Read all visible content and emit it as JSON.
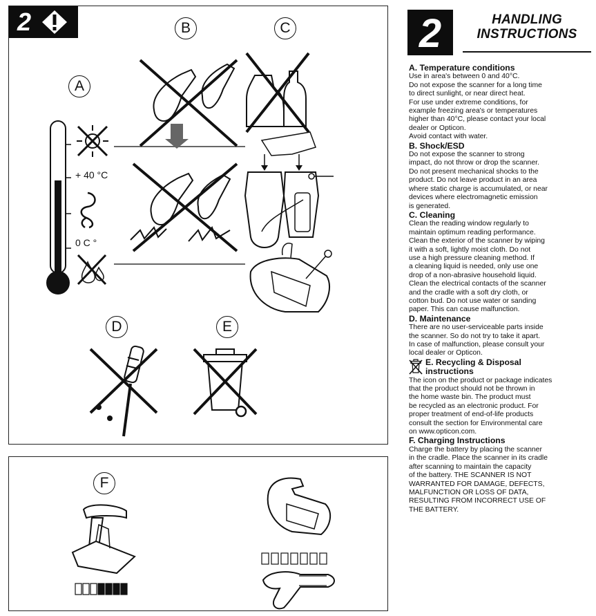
{
  "badge": {
    "number": "2"
  },
  "labels": {
    "a": "A",
    "b": "B",
    "c": "C",
    "d": "D",
    "e": "E",
    "f": "F"
  },
  "thermometer": {
    "upper": "+ 40 °C",
    "lower": "0 C °"
  },
  "header": {
    "number": "2",
    "title_line1": "HANDLING",
    "title_line2": "INSTRUCTIONS"
  },
  "sections": [
    {
      "heading": "A. Temperature conditions",
      "lines": [
        "Use in area's between 0 and 40°C.",
        "Do not expose the scanner for a long time",
        "to direct sunlight, or near direct heat.",
        "For use under extreme conditions, for",
        "example freezing area's or temperatures",
        "higher than 40°C, please contact your local",
        "dealer or Opticon.",
        "Avoid contact with water."
      ]
    },
    {
      "heading": "B. Shock/ESD",
      "lines": [
        "Do not expose the scanner to strong",
        "impact, do not throw or drop the scanner.",
        "Do not present mechanical shocks to the",
        "product. Do not leave product in an area",
        "where static charge is accumulated, or near",
        "devices where electromagnetic emission",
        "is generated."
      ]
    },
    {
      "heading": "C. Cleaning",
      "lines": [
        "Clean the reading window regularly to",
        "maintain optimum reading performance.",
        "Clean the exterior of the scanner by wiping",
        "it with a soft, lightly moist cloth. Do not",
        "use a high pressure cleaning method. If",
        "a cleaning liquid is needed, only use one",
        "drop of a non-abrasive household liquid.",
        "Clean the electrical contacts of the scanner",
        "and the cradle with a soft dry cloth, or",
        "cotton bud. Do not use water or sanding",
        "paper. This can cause malfunction."
      ]
    },
    {
      "heading": "D. Maintenance",
      "lines": [
        "There are no user-serviceable parts inside",
        "the scanner. So do not try to take it apart.",
        "In case of malfunction, please consult your",
        "local dealer or Opticon."
      ]
    },
    {
      "heading_line1": "E. Recycling & Disposal",
      "heading_line2": "instructions",
      "lines": [
        "The icon on the product or package indicates",
        "that the product should not be thrown in",
        "the home waste bin. The product must",
        "be recycled as an electronic product. For",
        "proper treatment of end-of-life products",
        "consult the section for Environmental care",
        "on www.opticon.com."
      ]
    },
    {
      "heading": "F. Charging Instructions",
      "lines": [
        "Charge the battery by placing the scanner",
        "in the cradle. Place the scanner in its cradle",
        "after scanning to maintain the capacity",
        "of the battery. THE SCANNER IS NOT",
        "WARRANTED FOR DAMAGE, DEFECTS,",
        "MALFUNCTION OR LOSS OF DATA,",
        "RESULTING FROM INCORRECT USE OF",
        "THE BATTERY."
      ]
    }
  ]
}
